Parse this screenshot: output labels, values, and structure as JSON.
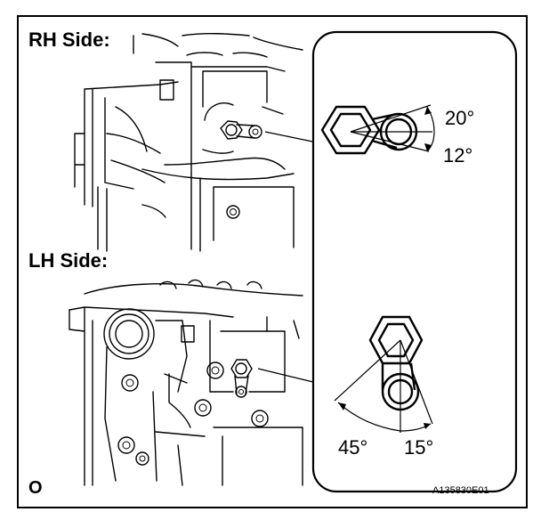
{
  "labels": {
    "rh_side": "RH Side:",
    "lh_side": "LH Side:",
    "rh_angle_upper": "20°",
    "rh_angle_lower": "12°",
    "lh_angle_left": "45°",
    "lh_angle_right": "15°",
    "corner_mark": "O",
    "figure_code": "A135830E01"
  }
}
